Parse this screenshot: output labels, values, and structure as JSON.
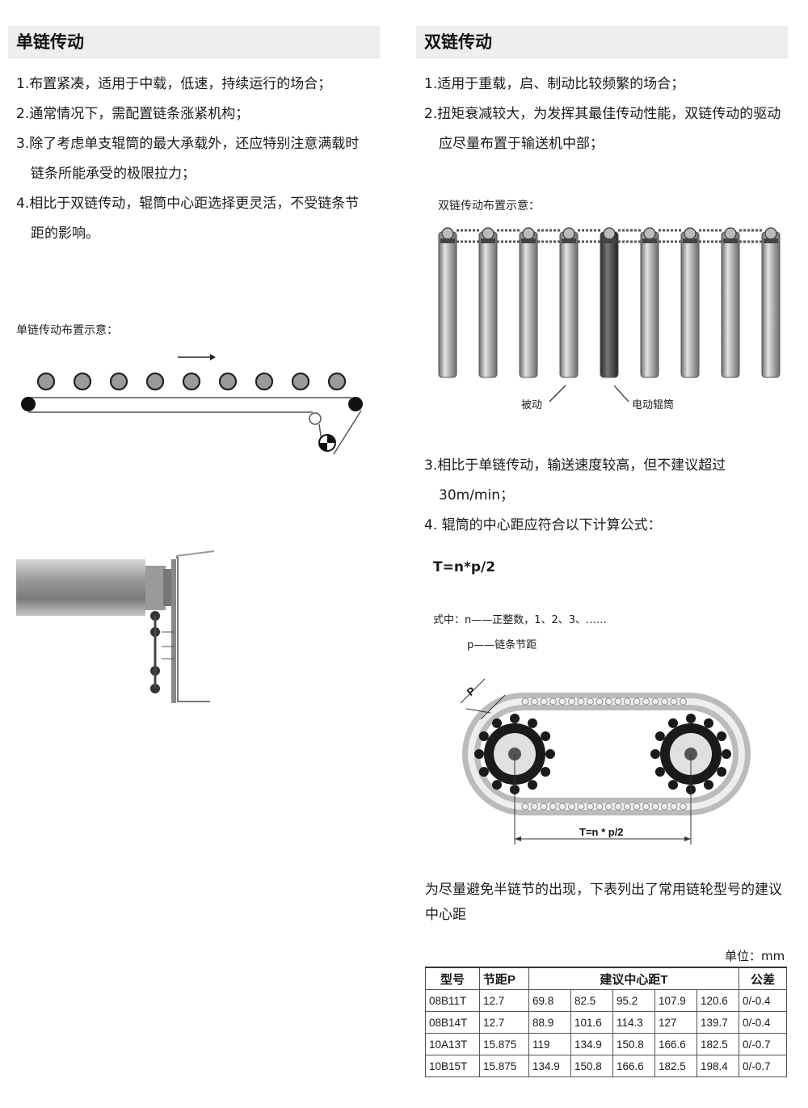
{
  "left": {
    "header": "单链传动",
    "items": [
      "1.布置紧凑，适用于中载，低速，持续运行的场合；",
      "2.通常情况下，需配置链条涨紧机构；",
      "3.除了考虑单支辊筒的最大承载外，还应特别注意满载时链条所能承受的极限拉力；",
      "4.相比于双链传动，辊筒中心距选择更灵活，不受链条节距的影响。"
    ],
    "diagram_caption": "单链传动布置示意："
  },
  "right": {
    "header": "双链传动",
    "items": [
      "1.适用于重载，启、制动比较频繁的场合；",
      "2.扭矩衰减较大，为发挥其最佳传动性能，双链传动的驱动应尽量布置于输送机中部；"
    ],
    "diagram_caption": "双链传动布置示意：",
    "label_driven": "被动",
    "label_motor": "电动辊筒",
    "items2": [
      "3.相比于单链传动，输送速度较高，但不建议超过30m/min；",
      "4. 辊筒的中心距应符合以下计算公式："
    ],
    "formula": "T=n*p/2",
    "note_n": "式中：n——正整数，1、2、3、……",
    "note_p": "p——链条节距",
    "sprocket_label_p": "P",
    "sprocket_label_T": "T=n * p/2",
    "table_intro": "为尽量避免半链节的出现，下表列出了常用链轮型号的建议中心距",
    "unit": "单位：mm"
  },
  "table": {
    "headers": [
      "型号",
      "节距P",
      "建议中心距T",
      "公差"
    ],
    "rows": [
      [
        "08B11T",
        "12.7",
        "69.8",
        "82.5",
        "95.2",
        "107.9",
        "120.6",
        "0/-0.4"
      ],
      [
        "08B14T",
        "12.7",
        "88.9",
        "101.6",
        "114.3",
        "127",
        "139.7",
        "0/-0.4"
      ],
      [
        "10A13T",
        "15.875",
        "119",
        "134.9",
        "150.8",
        "166.6",
        "182.5",
        "0/-0.7"
      ],
      [
        "10B15T",
        "15.875",
        "134.9",
        "150.8",
        "166.6",
        "182.5",
        "198.4",
        "0/-0.7"
      ]
    ]
  }
}
